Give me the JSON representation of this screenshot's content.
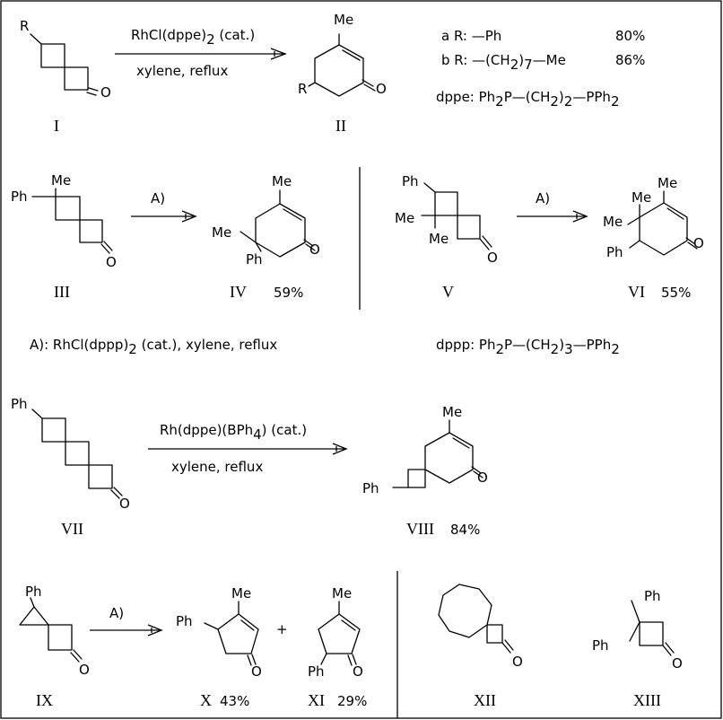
{
  "R_label": "R",
  "Me": "Me",
  "Ph": "Ph",
  "O": "O",
  "plus": "+",
  "labels": {
    "I": "I",
    "II": "II",
    "III": "III",
    "IV": "IV",
    "V": "V",
    "VI": "VI",
    "VII": "VII",
    "VIII": "VIII",
    "IX": "IX",
    "X": "X",
    "XI": "XI",
    "XII": "XII",
    "XIII": "XIII"
  },
  "yields": {
    "IV": "59%",
    "VI": "55%",
    "VIII": "84%",
    "X": "43%",
    "XI": "29%",
    "a": "80%",
    "b": "86%"
  },
  "reaction1": {
    "above": "RhCl(dppe)",
    "above_sub": "2",
    "above_tail": " (cat.)",
    "below": "xylene,  reflux"
  },
  "substituents": {
    "a": "a R: —Ph",
    "b_pre": "b R: —(CH",
    "b_sub": "2",
    "b_mid": ")",
    "b_sub2": "7",
    "b_tail": "—Me"
  },
  "dppe": {
    "t1": "dppe: Ph",
    "s1": "2",
    "t2": "P—(CH",
    "s2": "2",
    "t3": ")",
    "s3": "2",
    "t4": "—PPh",
    "s4": "2"
  },
  "arrowA": "A)",
  "conditionA": {
    "t1": "A): RhCl(dppp)",
    "s1": "2",
    "t2": " (cat.), xylene,   reflux"
  },
  "dppp": {
    "t1": "dppp: Ph",
    "s1": "2",
    "t2": "P—(CH",
    "s2": "2",
    "t3": ")",
    "s3": "3",
    "t4": "—PPh",
    "s4": "2"
  },
  "reaction7": {
    "above": "Rh(dppe)(BPh",
    "above_sub": "4",
    "above_tail": ") (cat.)",
    "below": "xylene,   reflux"
  }
}
